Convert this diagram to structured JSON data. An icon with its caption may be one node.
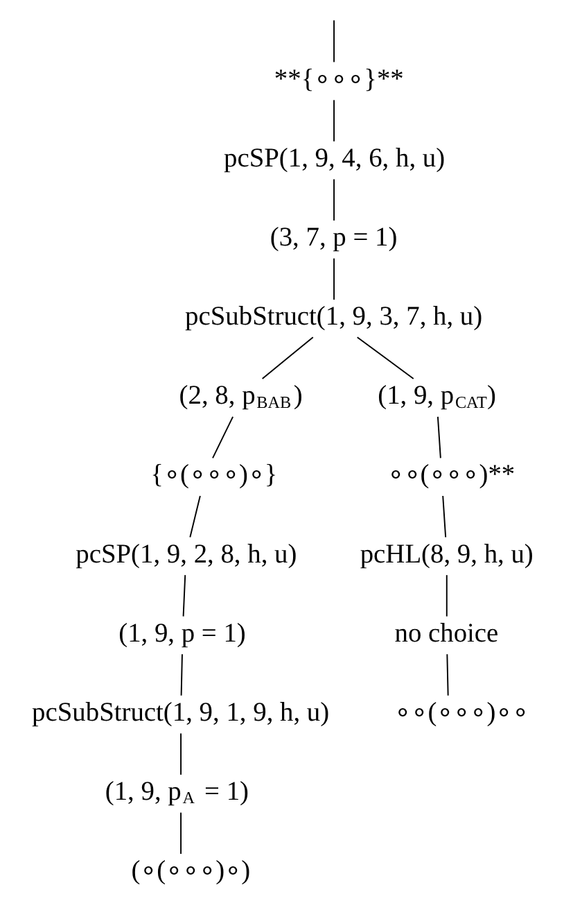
{
  "diagram": {
    "nodes": [
      {
        "text": [
          "**{∘∘∘}**"
        ]
      },
      {
        "text": [
          "pcSP(1, 9, 4, 6, h, u)"
        ]
      },
      {
        "text": [
          "(3, 7, p = 1)"
        ]
      },
      {
        "text": [
          "pcSubStruct(1, 9, 3, 7, h, u)"
        ]
      },
      {
        "text": [
          "(2, 8, p$_{BAB}$)"
        ]
      },
      {
        "text": [
          "(1, 9, p$_{CAT}$)"
        ]
      },
      {
        "text": [
          "{∘(∘∘∘)∘}"
        ]
      },
      {
        "text": [
          "∘∘(∘∘∘)**"
        ]
      },
      {
        "text": [
          "pcSP(1, 9, 2, 8, h, u)"
        ]
      },
      {
        "text": [
          "pcHL(8, 9, h, u)"
        ]
      },
      {
        "text": [
          "(1, 9, p = 1)"
        ]
      },
      {
        "text": [
          "no choice"
        ]
      },
      {
        "text": [
          "pcSubStruct(1, 9, 1, 9, h, u)"
        ]
      },
      {
        "text": [
          "∘∘(∘∘∘)∘∘"
        ]
      },
      {
        "text": [
          "(1, 9, p$_{A}$ = 1)"
        ]
      },
      {
        "text": [
          "(∘(∘∘∘)∘)"
        ]
      }
    ],
    "edges": [
      {
        "from": null,
        "to": 0,
        "arrow": "none"
      },
      {
        "from": 0,
        "to": 1,
        "arrow": "none"
      },
      {
        "from": 1,
        "to": 2,
        "arrow": "none"
      },
      {
        "from": 2,
        "to": 3,
        "arrow": "none"
      },
      {
        "from": 3,
        "to": 4,
        "arrow": "none"
      },
      {
        "from": 3,
        "to": 5,
        "arrow": "none"
      },
      {
        "from": 4,
        "to": 6,
        "arrow": "none"
      },
      {
        "from": 5,
        "to": 7,
        "arrow": "none"
      },
      {
        "from": 6,
        "to": 8,
        "arrow": "none"
      },
      {
        "from": 7,
        "to": 9,
        "arrow": "none"
      },
      {
        "from": 8,
        "to": 10,
        "arrow": "none"
      },
      {
        "from": 9,
        "to": 11,
        "arrow": "none"
      },
      {
        "from": 10,
        "to": 12,
        "arrow": "none"
      },
      {
        "from": 11,
        "to": 13,
        "arrow": "none"
      },
      {
        "from": 12,
        "to": 14,
        "arrow": "none"
      },
      {
        "from": 14,
        "to": 15,
        "arrow": "none"
      }
    ]
  }
}
